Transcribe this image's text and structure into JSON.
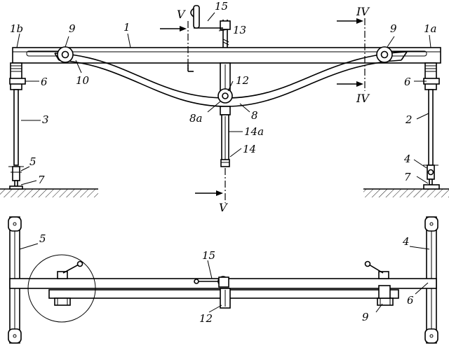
{
  "figure": {
    "elevation_labels": {
      "frame": "1",
      "frame_end_right": "1a",
      "frame_end_left": "1b",
      "leg_right": "2",
      "leg_left": "3",
      "foot_right": "4",
      "foot_left": "5",
      "clamp": "6",
      "base": "7",
      "arc": "8",
      "arc_pivot": "8a",
      "roller_left": "9",
      "roller_right": "9",
      "slot": "10",
      "pivot_block": "12",
      "spindle": "13",
      "rod": "14",
      "rod_guide": "14a",
      "crank": "15"
    },
    "section_marks": {
      "v_top": "V",
      "v_bottom": "V",
      "iv_top": "IV",
      "iv_bottom": "IV"
    },
    "plan_labels": {
      "foot_left": "5",
      "foot_right": "4",
      "crank": "15",
      "clamp": "6",
      "roller": "9",
      "pivot_block": "12"
    }
  }
}
